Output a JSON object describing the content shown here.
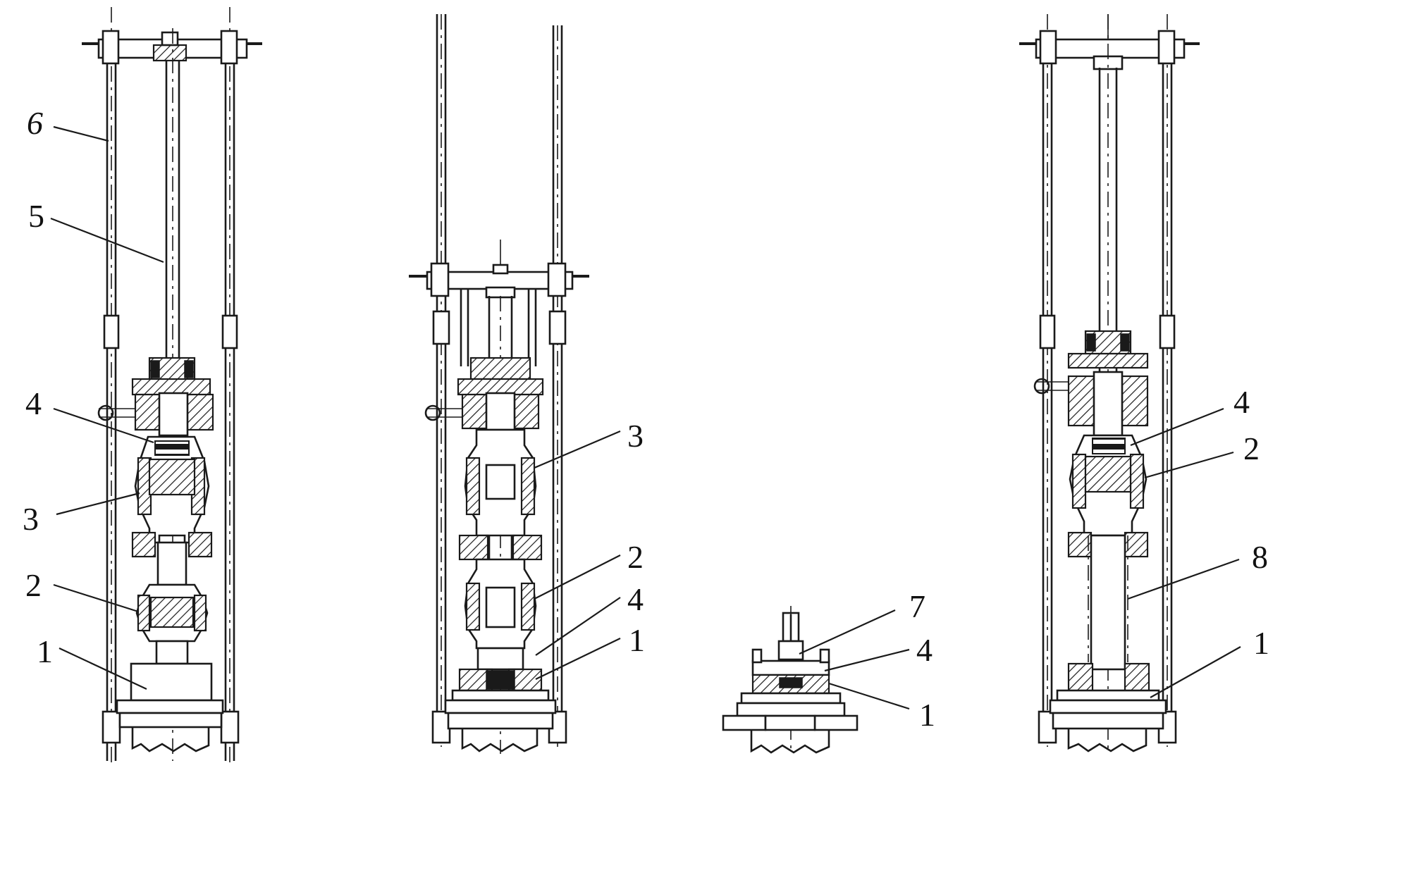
{
  "labels": {
    "a_6": "6",
    "a_5": "5",
    "a_4": "4",
    "a_3": "3",
    "a_2": "2",
    "a_1": "1",
    "b_3": "3",
    "b_2": "2",
    "b_4": "4",
    "b_1": "1",
    "c_7": "7",
    "c_4": "4",
    "c_1": "1",
    "d_4": "4",
    "d_2": "2",
    "d_8": "8",
    "d_1": "1"
  }
}
